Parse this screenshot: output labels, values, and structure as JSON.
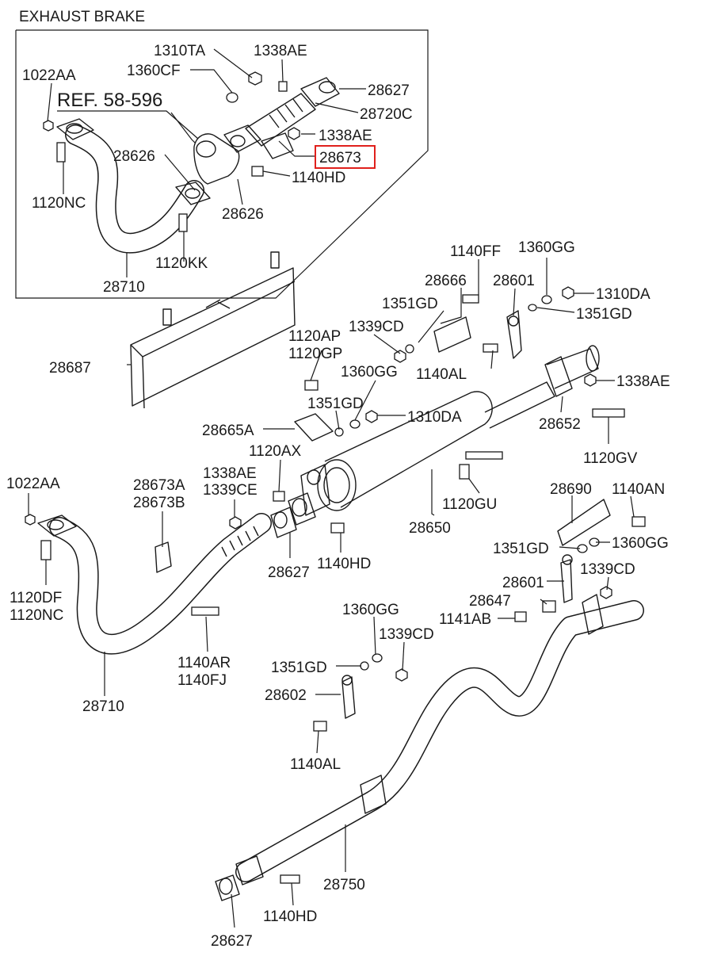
{
  "title": "EXHAUST BRAKE",
  "reference": "REF. 58-596",
  "highlight_color": "#e0201c",
  "highlighted_part": "28673",
  "labels": [
    {
      "id": "l1",
      "text": "1310TA"
    },
    {
      "id": "l2",
      "text": "1338AE"
    },
    {
      "id": "l3",
      "text": "1022AA"
    },
    {
      "id": "l4",
      "text": "1360CF"
    },
    {
      "id": "l5",
      "text": "28627"
    },
    {
      "id": "l6",
      "text": "28720C"
    },
    {
      "id": "l7",
      "text": "1338AE"
    },
    {
      "id": "l8",
      "text": "28673"
    },
    {
      "id": "l9",
      "text": "28626"
    },
    {
      "id": "l10",
      "text": "1140HD"
    },
    {
      "id": "l11",
      "text": "1120NC"
    },
    {
      "id": "l12",
      "text": "28626"
    },
    {
      "id": "l13",
      "text": "1120KK"
    },
    {
      "id": "l14",
      "text": "28710"
    },
    {
      "id": "l15",
      "text": "1140FF"
    },
    {
      "id": "l16",
      "text": "1360GG"
    },
    {
      "id": "l17",
      "text": "28666"
    },
    {
      "id": "l18",
      "text": "28601"
    },
    {
      "id": "l19",
      "text": "1310DA"
    },
    {
      "id": "l20",
      "text": "1351GD"
    },
    {
      "id": "l21",
      "text": "1351GD"
    },
    {
      "id": "l22",
      "text": "1120AP"
    },
    {
      "id": "l23",
      "text": "1339CD"
    },
    {
      "id": "l24",
      "text": "1120GP"
    },
    {
      "id": "l25",
      "text": "28687"
    },
    {
      "id": "l26",
      "text": "1140AL"
    },
    {
      "id": "l27",
      "text": "1360GG"
    },
    {
      "id": "l28",
      "text": "1338AE"
    },
    {
      "id": "l29",
      "text": "1351GD"
    },
    {
      "id": "l30",
      "text": "1310DA"
    },
    {
      "id": "l31",
      "text": "28665A"
    },
    {
      "id": "l32",
      "text": "28652"
    },
    {
      "id": "l33",
      "text": "1120AX"
    },
    {
      "id": "l34",
      "text": "1120GV"
    },
    {
      "id": "l35",
      "text": "1022AA"
    },
    {
      "id": "l36",
      "text": "1338AE"
    },
    {
      "id": "l37",
      "text": "28673A"
    },
    {
      "id": "l38",
      "text": "1339CE"
    },
    {
      "id": "l39",
      "text": "28673B"
    },
    {
      "id": "l40",
      "text": "1120GU"
    },
    {
      "id": "l41",
      "text": "28690"
    },
    {
      "id": "l42",
      "text": "1140AN"
    },
    {
      "id": "l43",
      "text": "28650"
    },
    {
      "id": "l44",
      "text": "1351GD"
    },
    {
      "id": "l45",
      "text": "1360GG"
    },
    {
      "id": "l46",
      "text": "28627"
    },
    {
      "id": "l47",
      "text": "1140HD"
    },
    {
      "id": "l48",
      "text": "1120DF"
    },
    {
      "id": "l49",
      "text": "28601"
    },
    {
      "id": "l50",
      "text": "1339CD"
    },
    {
      "id": "l51",
      "text": "1120NC"
    },
    {
      "id": "l52",
      "text": "28647"
    },
    {
      "id": "l53",
      "text": "1141AB"
    },
    {
      "id": "l54",
      "text": "1360GG"
    },
    {
      "id": "l55",
      "text": "1339CD"
    },
    {
      "id": "l56",
      "text": "1140AR"
    },
    {
      "id": "l57",
      "text": "1140FJ"
    },
    {
      "id": "l58",
      "text": "1351GD"
    },
    {
      "id": "l59",
      "text": "28710"
    },
    {
      "id": "l60",
      "text": "28602"
    },
    {
      "id": "l61",
      "text": "1140AL"
    },
    {
      "id": "l62",
      "text": "28750"
    },
    {
      "id": "l63",
      "text": "1140HD"
    },
    {
      "id": "l64",
      "text": "28627"
    }
  ]
}
